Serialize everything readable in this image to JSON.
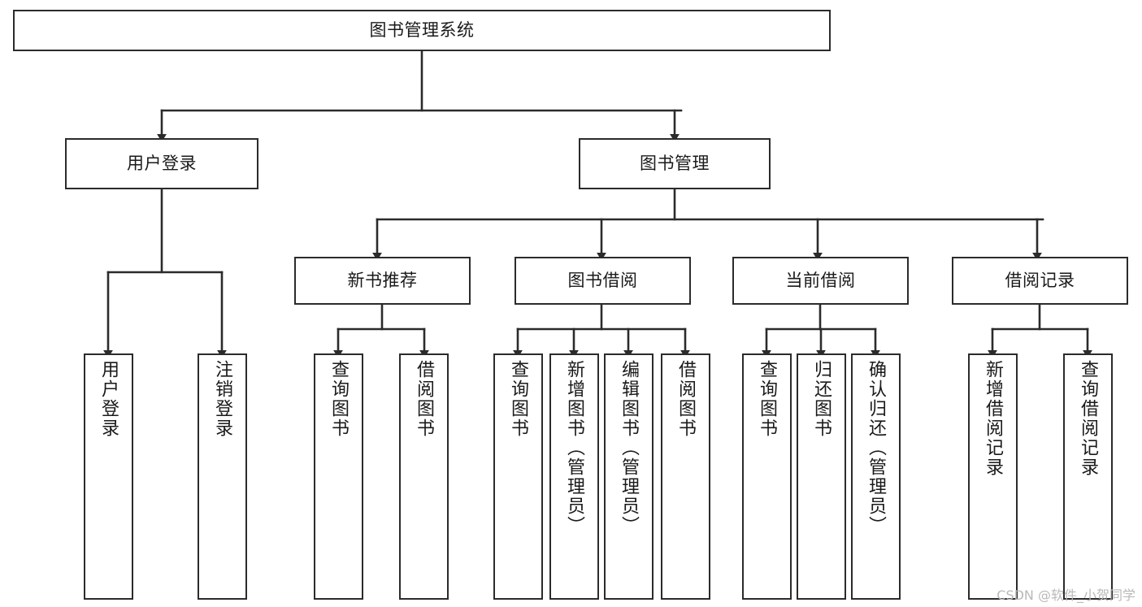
{
  "diagram": {
    "title": "图书管理系统",
    "type": "tree-hierarchy-diagram",
    "watermark": "CSDN @软件_小贺同学",
    "colors": {
      "background": "#ffffff",
      "node_fill": "#ffffff",
      "node_border": "#2b2b2b",
      "edge": "#2b2b2b",
      "text": "#1a1a1a",
      "watermark": "#b9b9b9"
    },
    "root": {
      "id": "root",
      "label": "图书管理系统"
    },
    "level2": [
      {
        "id": "user-login",
        "label": "用户登录"
      },
      {
        "id": "book-management",
        "label": "图书管理"
      }
    ],
    "level3": [
      {
        "id": "new-book-recommend",
        "label": "新书推荐",
        "parent": "book-management"
      },
      {
        "id": "book-borrow",
        "label": "图书借阅",
        "parent": "book-management"
      },
      {
        "id": "current-borrow",
        "label": "当前借阅",
        "parent": "book-management"
      },
      {
        "id": "borrow-record",
        "label": "借阅记录",
        "parent": "book-management"
      }
    ],
    "leaves": [
      {
        "id": "leaf-user-login",
        "label": "用户登录",
        "parent": "user-login"
      },
      {
        "id": "leaf-logout-login",
        "label": "注销登录",
        "parent": "user-login"
      },
      {
        "id": "leaf-query-book-1",
        "label": "查询图书",
        "parent": "new-book-recommend"
      },
      {
        "id": "leaf-borrow-book-1",
        "label": "借阅图书",
        "parent": "new-book-recommend"
      },
      {
        "id": "leaf-query-book-2",
        "label": "查询图书",
        "parent": "book-borrow"
      },
      {
        "id": "leaf-add-book",
        "label": "新增图书（管理员）",
        "parent": "book-borrow"
      },
      {
        "id": "leaf-edit-book",
        "label": "编辑图书（管理员）",
        "parent": "book-borrow"
      },
      {
        "id": "leaf-borrow-book-2",
        "label": "借阅图书",
        "parent": "book-borrow"
      },
      {
        "id": "leaf-query-book-3",
        "label": "查询图书",
        "parent": "current-borrow"
      },
      {
        "id": "leaf-return-book",
        "label": "归还图书",
        "parent": "current-borrow"
      },
      {
        "id": "leaf-confirm-return",
        "label": "确认归还（管理员）",
        "parent": "current-borrow"
      },
      {
        "id": "leaf-add-record",
        "label": "新增借阅记录",
        "parent": "borrow-record"
      },
      {
        "id": "leaf-query-record",
        "label": "查询借阅记录",
        "parent": "borrow-record"
      }
    ]
  }
}
